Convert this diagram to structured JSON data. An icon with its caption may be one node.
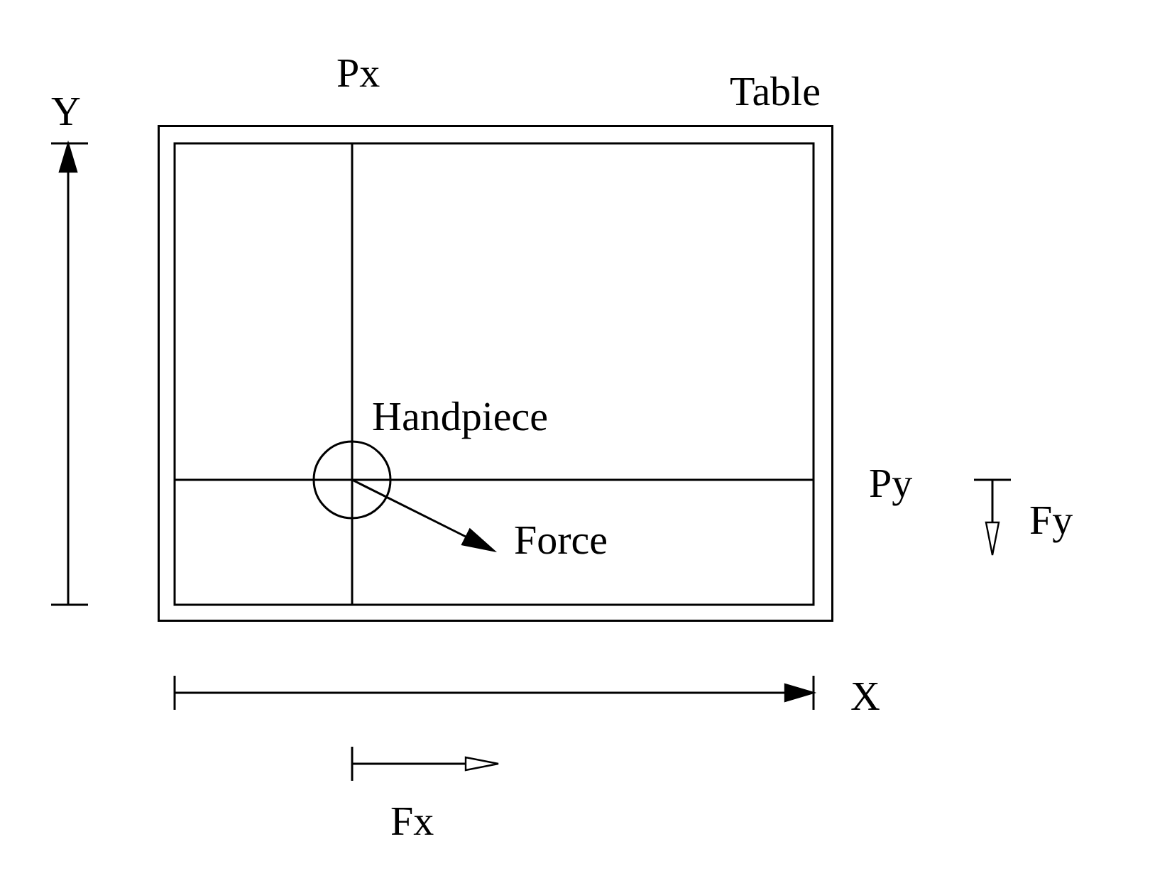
{
  "diagram": {
    "nodes": [
      {
        "text": [
          "Table"
        ]
      },
      {
        "text": [
          "Handpiece"
        ],
        "in": 0
      }
    ],
    "labels": [
      "Px",
      "Y",
      "Py",
      "Fy",
      "Force",
      "X",
      "Fx"
    ]
  }
}
